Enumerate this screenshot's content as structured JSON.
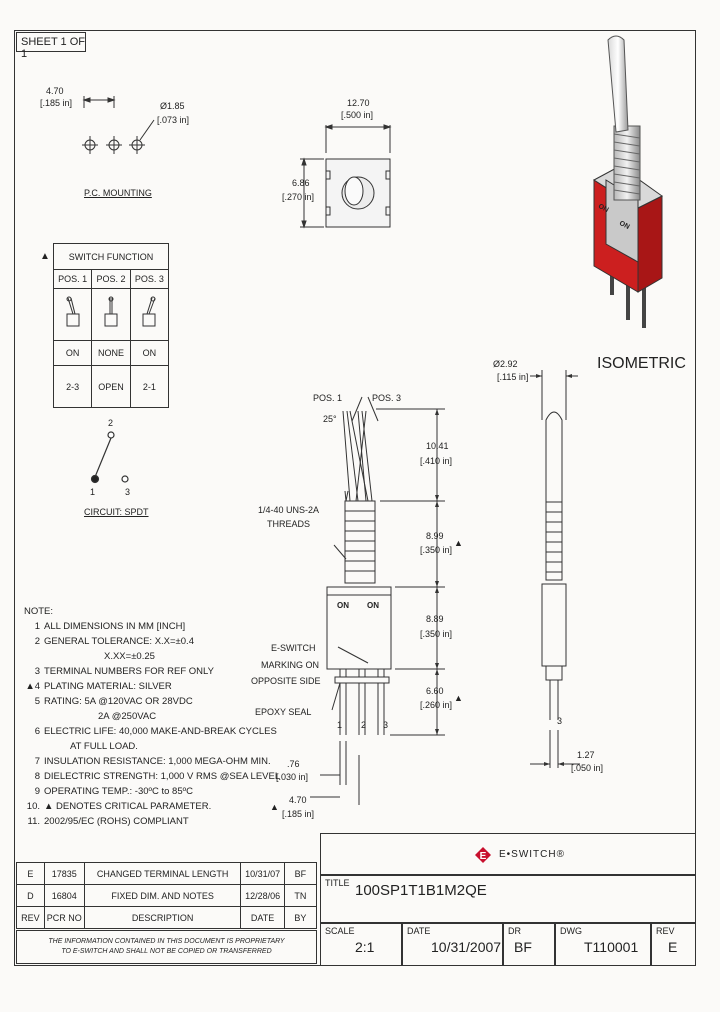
{
  "sheet_label": "SHEET 1 OF 1",
  "pc_mounting": {
    "label": "P.C. MOUNTING",
    "dim_spacing_mm": "4.70",
    "dim_spacing_in": "[.185 in]",
    "dim_hole_mm": "Ø1.85",
    "dim_hole_in": "[.073 in]"
  },
  "top_view": {
    "width_mm": "12.70",
    "width_in": "[.500 in]",
    "height_mm": "6.86",
    "height_in": "[.270 in]"
  },
  "switch_function": {
    "marker": "▲",
    "title": "SWITCH FUNCTION",
    "columns": [
      "POS. 1",
      "POS. 2",
      "POS. 3"
    ],
    "states": [
      "ON",
      "NONE",
      "ON"
    ],
    "connections": [
      "2-3",
      "OPEN",
      "2-1"
    ]
  },
  "circuit": {
    "label": "CIRCUIT: SPDT",
    "pins": [
      "2",
      "1",
      "3"
    ]
  },
  "notes": {
    "title": "NOTE:",
    "items": [
      {
        "mark": "1",
        "text": "ALL DIMENSIONS IN MM [INCH]"
      },
      {
        "mark": "2",
        "text": "GENERAL TOLERANCE: X.X=±0.4"
      },
      {
        "mark": "",
        "text": "X.XX=±0.25"
      },
      {
        "mark": "3",
        "text": "TERMINAL NUMBERS FOR REF ONLY"
      },
      {
        "mark": "▲4",
        "text": "PLATING MATERIAL: SILVER"
      },
      {
        "mark": "5",
        "text": "RATING: 5A @120VAC OR 28VDC"
      },
      {
        "mark": "",
        "text": "2A @250VAC"
      },
      {
        "mark": "6",
        "text": "ELECTRIC LIFE: 40,000 MAKE-AND-BREAK CYCLES"
      },
      {
        "mark": "",
        "text": "AT FULL LOAD."
      },
      {
        "mark": "7",
        "text": "INSULATION RESISTANCE: 1,000 MEGA-OHM MIN."
      },
      {
        "mark": "8",
        "text": "DIELECTRIC STRENGTH: 1,000 V RMS @SEA LEVEL"
      },
      {
        "mark": "9",
        "text": "OPERATING TEMP.: -30ºC to 85ºC"
      },
      {
        "mark": "10.",
        "text": "▲ DENOTES CRITICAL PARAMETER."
      },
      {
        "mark": "11.",
        "text": "2002/95/EC (ROHS) COMPLIANT"
      }
    ]
  },
  "side_view": {
    "pos1": "POS. 1",
    "pos3": "POS. 3",
    "angle": "25°",
    "threads_line1": "1/4-40 UNS-2A",
    "threads_line2": "THREADS",
    "marking_line1": "E-SWITCH",
    "marking_line2": "MARKING ON",
    "marking_line3": "OPPOSITE SIDE",
    "epoxy": "EPOXY SEAL",
    "on_left": "ON",
    "on_right": "ON",
    "term1": "1",
    "term2": "2",
    "term3": "3",
    "dim_lever_mm": "10.41",
    "dim_lever_in": "[.410 in]",
    "dim_bushing_mm": "8.99",
    "dim_bushing_in": "[.350 in]",
    "dim_body_mm": "8.89",
    "dim_body_in": "[.350 in]",
    "dim_term_mm": "6.60",
    "dim_term_in": "[.260 in]",
    "dim_pinw_mm": ".76",
    "dim_pinw_in": "[.030 in]",
    "dim_pitch_mm": "4.70",
    "dim_pitch_in": "[.185 in]",
    "marker": "▲"
  },
  "end_view": {
    "isometric_label": "ISOMETRIC",
    "dim_lever_mm": "Ø2.92",
    "dim_lever_in": "[.115 in]",
    "dim_pin_mm": "1.27",
    "dim_pin_in": "[.050 in]",
    "term": "3"
  },
  "iso_view": {
    "on_left": "ON",
    "on_right": "ON"
  },
  "revisions": {
    "headers": [
      "REV",
      "PCR NO",
      "DESCRIPTION",
      "DATE",
      "BY"
    ],
    "rows": [
      [
        "E",
        "17835",
        "CHANGED TERMINAL LENGTH",
        "10/31/07",
        "BF"
      ],
      [
        "D",
        "16804",
        "FIXED DIM. AND NOTES",
        "12/28/06",
        "TN"
      ]
    ]
  },
  "disclaimer_line1": "THE INFORMATION CONTAINED IN THIS DOCUMENT IS PROPRIETARY",
  "disclaimer_line2": "TO E-SWITCH AND SHALL NOT BE COPIED OR TRANSFERRED",
  "title_block": {
    "logo_text": "E•SWITCH®",
    "title_label": "TITLE",
    "title_value": "100SP1T1B1M2QE",
    "scale_label": "SCALE",
    "scale_value": "2:1",
    "date_label": "DATE",
    "date_value": "10/31/2007",
    "dr_label": "DR",
    "dr_value": "BF",
    "dwg_label": "DWG",
    "dwg_value": "T110001",
    "rev_label": "REV",
    "rev_value": "E",
    "colors": {
      "logo_red": "#c8102e",
      "body_red": "#cc1f1f",
      "line": "#333333"
    }
  }
}
